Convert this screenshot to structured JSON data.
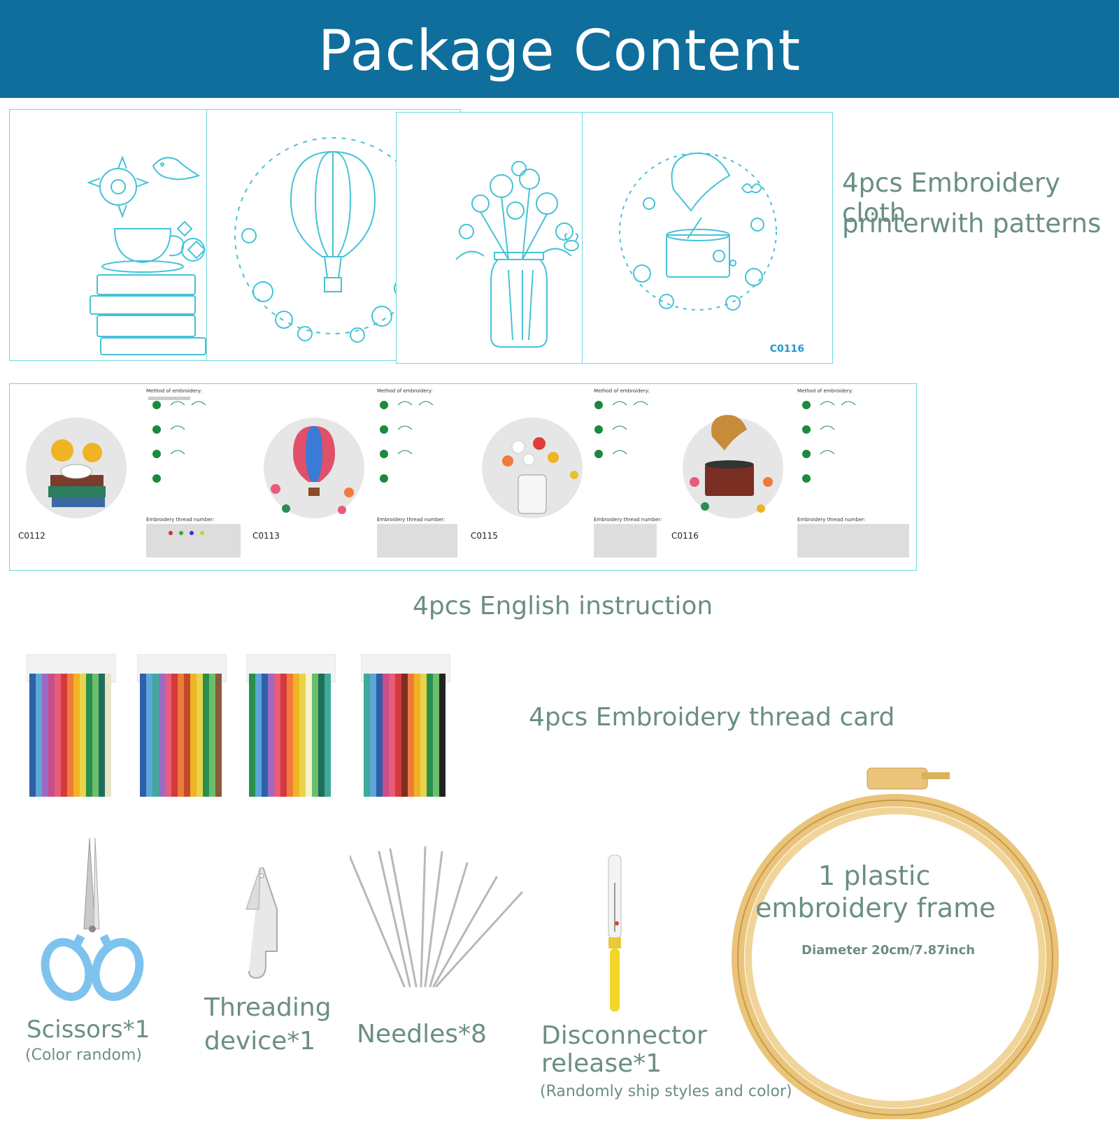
{
  "header": {
    "title": "Package Content"
  },
  "cloths": {
    "label_line1": "4pcs Embroidery cloth",
    "label_line2": "printerwith patterns",
    "items": [
      {
        "motif": "teacup-books-sunflower-bird"
      },
      {
        "motif": "hot-air-balloon-wreath"
      },
      {
        "motif": "flower-jar-bee"
      },
      {
        "motif": "gramophone-wreath",
        "code": "C0116"
      }
    ]
  },
  "instructions": {
    "label": "4pcs English instruction",
    "items": [
      {
        "code": "C0112"
      },
      {
        "code": "C0113"
      },
      {
        "code": "C0115"
      },
      {
        "code": "C0116"
      }
    ],
    "method_heading": "Method of embroidery:",
    "thread_heading": "Embroidery thread number:"
  },
  "threads": {
    "label": "4pcs Embroidery thread card"
  },
  "tools": {
    "scissors": {
      "label": "Scissors*1",
      "note": "(Color random)"
    },
    "threader": {
      "label_line1": "Threading",
      "label_line2": "device*1"
    },
    "needles": {
      "label": "Needles*8"
    },
    "seam_ripper": {
      "label_line1": "Disconnector",
      "label_line2": "release*1",
      "note": "(Randomly ship styles and color)"
    },
    "frame": {
      "label_line1": "1 plastic",
      "label_line2": "embroidery frame",
      "note": "Diameter 20cm/7.87inch"
    }
  },
  "colors": {
    "banner": "#0f6e9c",
    "label_text": "#6a8f80",
    "pattern_line": "#45c3d6",
    "frame_wood": "#e9c47a"
  }
}
